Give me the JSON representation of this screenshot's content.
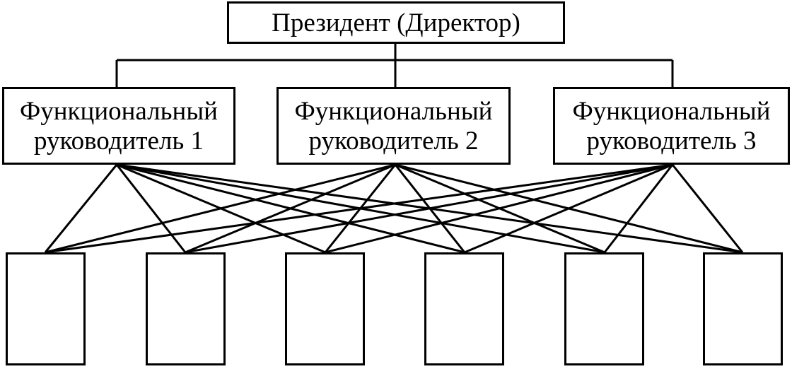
{
  "president": {
    "label": "Президент (Директор)"
  },
  "managers": [
    {
      "label": "Функциональный\nруководитель 1"
    },
    {
      "label": "Функциональный\nруководитель 2"
    },
    {
      "label": "Функциональный\nруководитель 3"
    }
  ],
  "units": [
    {
      "label": ""
    },
    {
      "label": ""
    },
    {
      "label": ""
    },
    {
      "label": ""
    },
    {
      "label": ""
    },
    {
      "label": ""
    }
  ],
  "connections": {
    "president_to_managers": [
      1,
      2,
      3
    ],
    "managers_to_units": "each manager connects to all six units"
  }
}
